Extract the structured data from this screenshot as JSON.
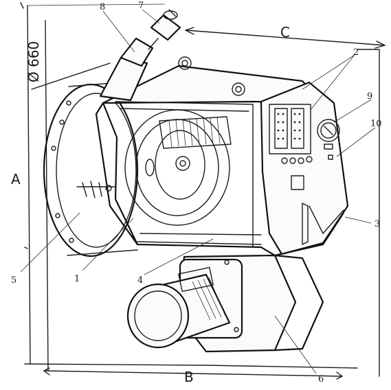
{
  "figure": {
    "dimensions": {
      "diameter": "Ø 660",
      "height": "A",
      "width": "B",
      "depth": "C"
    },
    "callouts": [
      "1",
      "2",
      "3",
      "4",
      "5",
      "6",
      "7",
      "8",
      "9",
      "10"
    ],
    "colors": {
      "ink": "#1c1c1c",
      "paper": "#ffffff"
    }
  }
}
